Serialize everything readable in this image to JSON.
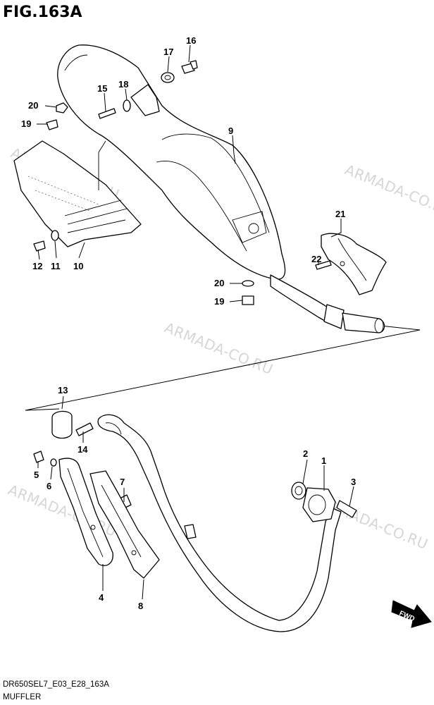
{
  "figure": {
    "title": "FIG.163A",
    "code": "DR650SEL7_E03_E28_163A",
    "caption": "MUFFLER",
    "fwd_label": "FWD"
  },
  "watermark": {
    "text": "ARMADA-CO.RU"
  },
  "callouts": [
    "1",
    "2",
    "3",
    "4",
    "5",
    "6",
    "7",
    "8",
    "9",
    "10",
    "11",
    "12",
    "13",
    "14",
    "15",
    "16",
    "17",
    "18",
    "19",
    "20",
    "21",
    "22"
  ],
  "colors": {
    "line": "#000000",
    "watermark": "#d6d6d6",
    "background": "#ffffff"
  }
}
